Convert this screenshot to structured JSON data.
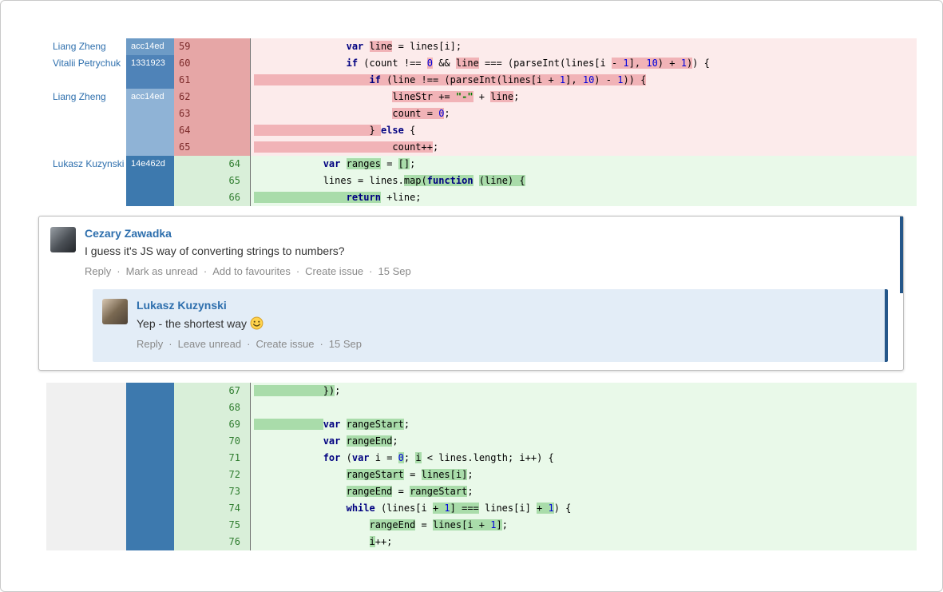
{
  "colors": {
    "link_blue": "#2e6fad",
    "keyword": "#000080",
    "number": "#0000dd",
    "string": "#008000",
    "removed_bg": "#fcebeb",
    "removed_gutter_bg": "#e6a6a6",
    "removed_hl": "#f1b3b7",
    "removed_num_text": "#7c2a2a",
    "added_bg": "#e9f9e9",
    "added_gutter_bg": "#d9efd9",
    "added_hl": "#a9dcaa",
    "added_num_text": "#2f7d2f",
    "action_gray": "#8a8a8a",
    "reply_bg": "#e3edf7",
    "unread_bar": "#25578a",
    "commit_shades": {
      "a": "#6d9bc6",
      "b": "#4f83b8",
      "c": "#8fb3d6",
      "d": "#3d79ae"
    }
  },
  "diff": {
    "block1": {
      "authorBg": "#ffffff",
      "rows": [
        {
          "author": "Liang Zheng",
          "commit": "acc14ed",
          "shade": "a",
          "num": "59",
          "type": "removed",
          "code": [
            {
              "t": "                "
            },
            {
              "t": "var",
              "c": "kw"
            },
            {
              "t": " "
            },
            {
              "t": "line",
              "c": "hl"
            },
            {
              "t": " = lines[i];"
            }
          ]
        },
        {
          "author": "Vitalii Petrychuk",
          "commit": "1331923",
          "shade": "b",
          "num": "60",
          "type": "removed",
          "code": [
            {
              "t": "                "
            },
            {
              "t": "if",
              "c": "kw"
            },
            {
              "t": " (count !== "
            },
            {
              "t": "0",
              "c": "num hl"
            },
            {
              "t": " && "
            },
            {
              "t": "line",
              "c": "hl"
            },
            {
              "t": " === (parseInt(lines[i "
            },
            {
              "t": "- ",
              "c": "hl"
            },
            {
              "t": "1",
              "c": "num hl"
            },
            {
              "t": "], ",
              "c": "hl"
            },
            {
              "t": "10",
              "c": "num hl"
            },
            {
              "t": ") + ",
              "c": "hl"
            },
            {
              "t": "1",
              "c": "num hl"
            },
            {
              "t": ")",
              "c": "hl"
            },
            {
              "t": ") {"
            }
          ]
        },
        {
          "author": "",
          "commit": "",
          "shade": "b",
          "num": "61",
          "type": "removed",
          "code": [
            {
              "t": "                    ",
              "c": "hl"
            },
            {
              "t": "if",
              "c": "kw hl"
            },
            {
              "t": " (line !== (parseInt(lines[i ",
              "c": "hl"
            },
            {
              "t": "+ ",
              "c": "hl"
            },
            {
              "t": "1",
              "c": "num hl"
            },
            {
              "t": "], ",
              "c": "hl"
            },
            {
              "t": "10",
              "c": "num hl"
            },
            {
              "t": ") - ",
              "c": "hl"
            },
            {
              "t": "1",
              "c": "num hl"
            },
            {
              "t": ")) {",
              "c": "hl"
            }
          ]
        },
        {
          "author": "Liang Zheng",
          "commit": "acc14ed",
          "shade": "c",
          "num": "62",
          "type": "removed",
          "code": [
            {
              "t": "                        "
            },
            {
              "t": "lineStr ",
              "c": "hl"
            },
            {
              "t": "+= ",
              "c": "hl"
            },
            {
              "t": "\"-\"",
              "c": "str hl"
            },
            {
              "t": " + "
            },
            {
              "t": "line",
              "c": "hl"
            },
            {
              "t": ";"
            }
          ]
        },
        {
          "author": "",
          "commit": "",
          "shade": "c",
          "num": "63",
          "type": "removed",
          "code": [
            {
              "t": "                        "
            },
            {
              "t": "count = ",
              "c": "hl"
            },
            {
              "t": "0",
              "c": "num hl"
            },
            {
              "t": ";"
            }
          ]
        },
        {
          "author": "",
          "commit": "",
          "shade": "c",
          "num": "64",
          "type": "removed",
          "code": [
            {
              "t": "                    ",
              "c": "hl"
            },
            {
              "t": "} ",
              "c": "hl"
            },
            {
              "t": "else",
              "c": "kw"
            },
            {
              "t": " {"
            }
          ]
        },
        {
          "author": "",
          "commit": "",
          "shade": "c",
          "num": "65",
          "type": "removed",
          "code": [
            {
              "t": "                        ",
              "c": "hl"
            },
            {
              "t": "count++",
              "c": "hl"
            },
            {
              "t": ";"
            }
          ]
        },
        {
          "author": "Lukasz Kuzynski",
          "commit": "14e462d",
          "shade": "d",
          "num": "64",
          "type": "added",
          "code": [
            {
              "t": "            "
            },
            {
              "t": "var",
              "c": "kw"
            },
            {
              "t": " "
            },
            {
              "t": "ranges",
              "c": "hl"
            },
            {
              "t": " = "
            },
            {
              "t": "[]",
              "c": "hl"
            },
            {
              "t": ";"
            }
          ]
        },
        {
          "author": "",
          "commit": "",
          "shade": "d",
          "num": "65",
          "type": "added",
          "code": [
            {
              "t": "            "
            },
            {
              "t": "lines = lines."
            },
            {
              "t": "map(",
              "c": "hl"
            },
            {
              "t": "function",
              "c": "kw hl"
            },
            {
              "t": " "
            },
            {
              "t": "(line) {",
              "c": "hl"
            }
          ]
        },
        {
          "author": "",
          "commit": "",
          "shade": "d",
          "num": "66",
          "type": "added",
          "code": [
            {
              "t": "                ",
              "c": "hl"
            },
            {
              "t": "return",
              "c": "kw hl"
            },
            {
              "t": " +line;"
            }
          ]
        }
      ]
    },
    "block2": {
      "authorBg": "#f0f0f0",
      "type": "added",
      "shade": "d",
      "rows": [
        {
          "num": "67",
          "code": [
            {
              "t": "            ",
              "c": "hl"
            },
            {
              "t": "})",
              "c": "hl"
            },
            {
              "t": ";"
            }
          ]
        },
        {
          "num": "68",
          "code": []
        },
        {
          "num": "69",
          "code": [
            {
              "t": "            ",
              "c": "hl"
            },
            {
              "t": "var",
              "c": "kw"
            },
            {
              "t": " "
            },
            {
              "t": "rangeStart",
              "c": "hl"
            },
            {
              "t": ";"
            }
          ]
        },
        {
          "num": "70",
          "code": [
            {
              "t": "            "
            },
            {
              "t": "var",
              "c": "kw"
            },
            {
              "t": " "
            },
            {
              "t": "rangeEnd",
              "c": "hl"
            },
            {
              "t": ";"
            }
          ]
        },
        {
          "num": "71",
          "code": [
            {
              "t": "            "
            },
            {
              "t": "for",
              "c": "kw"
            },
            {
              "t": " ("
            },
            {
              "t": "var",
              "c": "kw"
            },
            {
              "t": " i = "
            },
            {
              "t": "0",
              "c": "num hl"
            },
            {
              "t": "; "
            },
            {
              "t": "i",
              "c": "hl"
            },
            {
              "t": " < lines.length; i++) {"
            }
          ]
        },
        {
          "num": "72",
          "code": [
            {
              "t": "                "
            },
            {
              "t": "rangeStart",
              "c": "hl"
            },
            {
              "t": " = "
            },
            {
              "t": "lines[i]",
              "c": "hl"
            },
            {
              "t": ";"
            }
          ]
        },
        {
          "num": "73",
          "code": [
            {
              "t": "                "
            },
            {
              "t": "rangeEnd",
              "c": "hl"
            },
            {
              "t": " = "
            },
            {
              "t": "rangeStart",
              "c": "hl"
            },
            {
              "t": ";"
            }
          ]
        },
        {
          "num": "74",
          "code": [
            {
              "t": "                "
            },
            {
              "t": "while",
              "c": "kw"
            },
            {
              "t": " (lines[i "
            },
            {
              "t": "+ ",
              "c": "hl"
            },
            {
              "t": "1",
              "c": "num hl"
            },
            {
              "t": "] ===",
              "c": "hl"
            },
            {
              "t": " lines[i] "
            },
            {
              "t": "+ ",
              "c": "hl"
            },
            {
              "t": "1",
              "c": "num hl"
            },
            {
              "t": ") {"
            }
          ]
        },
        {
          "num": "75",
          "code": [
            {
              "t": "                    "
            },
            {
              "t": "rangeEnd",
              "c": "hl"
            },
            {
              "t": " = "
            },
            {
              "t": "lines[i + ",
              "c": "hl"
            },
            {
              "t": "1",
              "c": "num hl"
            },
            {
              "t": "]",
              "c": "hl"
            },
            {
              "t": ";"
            }
          ]
        },
        {
          "num": "76",
          "code": [
            {
              "t": "                    "
            },
            {
              "t": "i",
              "c": "hl"
            },
            {
              "t": "++;"
            }
          ]
        }
      ]
    }
  },
  "thread": {
    "root": {
      "author": "Cezary Zawadka",
      "body": "I guess it's JS way of converting strings to numbers?",
      "actions": [
        "Reply",
        "Mark as unread",
        "Add to favourites",
        "Create issue"
      ],
      "timestamp": "15 Sep"
    },
    "reply": {
      "author": "Lukasz Kuzynski",
      "body": "Yep - the shortest way",
      "emoji": "smiley-face",
      "actions": [
        "Reply",
        "Leave unread",
        "Create issue"
      ],
      "timestamp": "15 Sep"
    }
  }
}
